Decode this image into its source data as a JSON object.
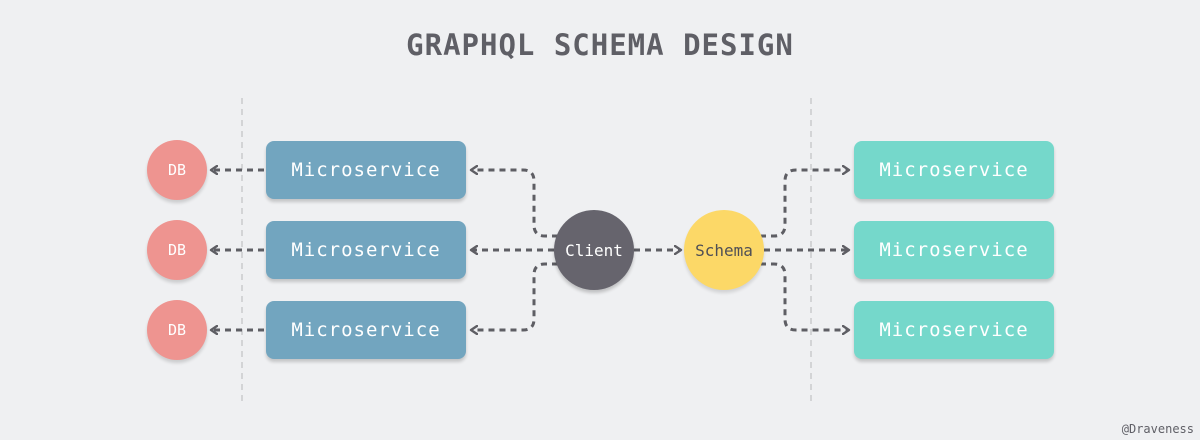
{
  "title": "GRAPHQL SCHEMA DESIGN",
  "credit": "@Draveness",
  "nodes": {
    "db": [
      "DB",
      "DB",
      "DB"
    ],
    "left_services": [
      "Microservice",
      "Microservice",
      "Microservice"
    ],
    "right_services": [
      "Microservice",
      "Microservice",
      "Microservice"
    ],
    "client": "Client",
    "schema": "Schema"
  },
  "colors": {
    "background": "#eff0f2",
    "left_service": "#72a5bf",
    "right_service": "#75d8cb",
    "db": "#ee9490",
    "client": "#66646d",
    "schema": "#fcd867",
    "connector": "#5e5e64",
    "divider": "#d3d4d6"
  }
}
